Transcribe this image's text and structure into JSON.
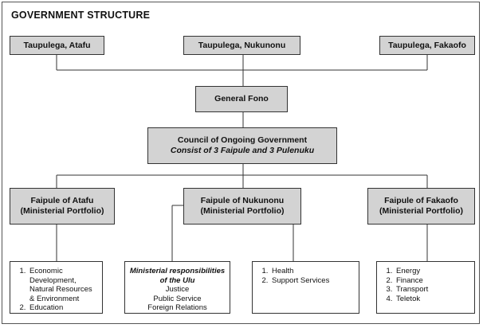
{
  "title": "GOVERNMENT STRUCTURE",
  "taupulega": [
    "Taupulega, Atafu",
    "Taupulega, Nukunonu",
    "Taupulega, Fakaofo"
  ],
  "general_fono": "General Fono",
  "council": {
    "line1": "Council of Ongoing Government",
    "line2": "Consist of 3 Faipule and 3 Pulenuku"
  },
  "faipule": [
    {
      "name": "Faipule of Atafu",
      "portfolio": "(Ministerial Portfolio)"
    },
    {
      "name": "Faipule of Nukunonu",
      "portfolio": "(Ministerial Portfolio)"
    },
    {
      "name": "Faipule of Fakaofo",
      "portfolio": "(Ministerial Portfolio)"
    }
  ],
  "atafu_list": [
    "Economic Development, Natural Resources & Environment",
    "Education"
  ],
  "ulu": {
    "heading1": "Ministerial responsibilities",
    "heading2": "of the Ulu",
    "items": [
      "Justice",
      "Public Service",
      "Foreign Relations"
    ]
  },
  "nukunonu_list": [
    "Health",
    "Support Services"
  ],
  "fakaofo_list": [
    "Energy",
    "Finance",
    "Transport",
    "Teletok"
  ]
}
